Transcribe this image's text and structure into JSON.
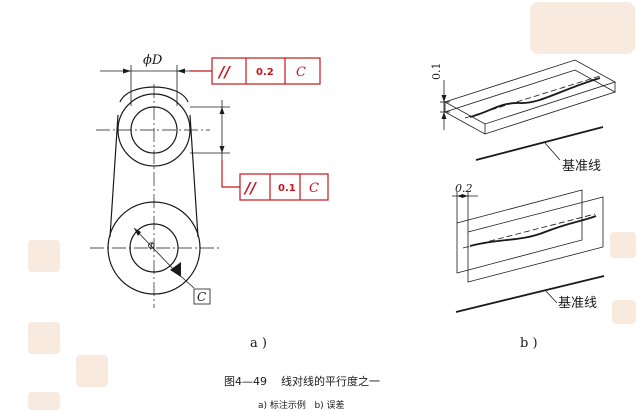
{
  "figure": {
    "diagram_a": {
      "dim_symbol": "ϕD",
      "frame_top": {
        "symbol": "//",
        "tolerance": "0.2",
        "datum": "C"
      },
      "frame_bottom": {
        "symbol": "//",
        "tolerance": "0.1",
        "datum": "C"
      },
      "dia_symbol": "⌀",
      "datum_label": "C",
      "caption": "a )"
    },
    "diagram_b": {
      "dim_top": "0.1",
      "dim_bottom": "0.2",
      "baseline_top": "基准线",
      "baseline_bottom": "基准线",
      "caption": "b )"
    },
    "title": "图4—49    线对线的平行度之一",
    "subtitle": "a) 标注示例   b) 误差"
  },
  "colors": {
    "annotation": "#c4161c",
    "line": "#1a1a1a"
  }
}
